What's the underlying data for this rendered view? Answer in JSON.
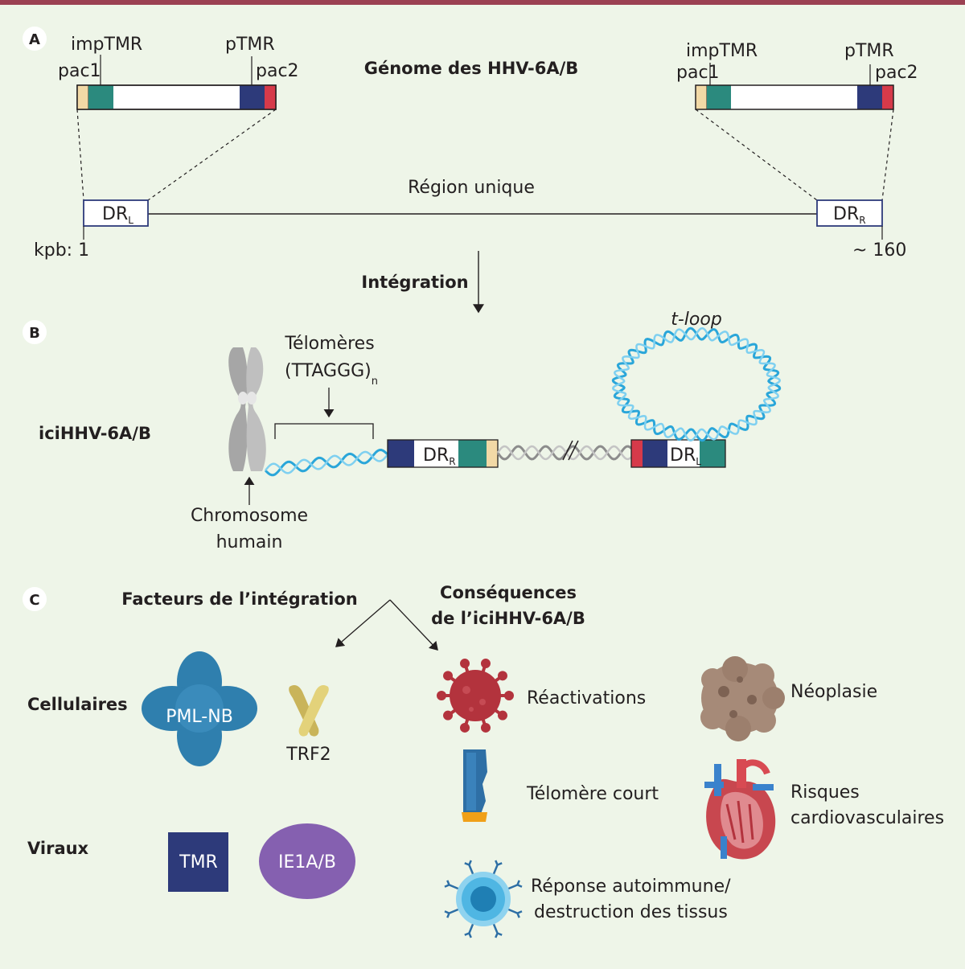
{
  "panels": {
    "a": "A",
    "b": "B",
    "c": "C"
  },
  "panel_a": {
    "title": "Génome des HHV-6A/B",
    "imptmr": "impTMR",
    "ptmr": "pTMR",
    "pac1": "pac1",
    "pac2": "pac2",
    "unique_region": "Région unique",
    "drl": {
      "main": "DR",
      "sub": "L"
    },
    "drr": {
      "main": "DR",
      "sub": "R"
    },
    "kpb_start": "kpb: 1",
    "kpb_end": "~ 160"
  },
  "integration": "Intégration",
  "panel_b": {
    "label": "iciHHV-6A/B",
    "telomeres": "Télomères",
    "repeat": "(TTAGGG)",
    "repeat_sub": "n",
    "chromosome_line1": "Chromosome",
    "chromosome_line2": "humain",
    "t_loop": "t-loop",
    "drr": {
      "main": "DR",
      "sub": "R"
    },
    "drl": {
      "main": "DR",
      "sub": "L"
    }
  },
  "panel_c": {
    "factors_title": "Facteurs de l’intégration",
    "consequences_line1": "Conséquences",
    "consequences_line2": "de l’iciHHV-6A/B",
    "cellular": "Cellulaires",
    "viral": "Viraux",
    "pml": "PML-NB",
    "trf2": "TRF2",
    "tmr": "TMR",
    "ie1": "IE1A/B",
    "reactivations": "Réactivations",
    "neoplasia": "Néoplasie",
    "short_telomere": "Télomère court",
    "cardio_line1": "Risques",
    "cardio_line2": "cardiovasculaires",
    "autoimmune_line1": "Réponse autoimmune/",
    "autoimmune_line2": "destruction des tissus"
  },
  "colors": {
    "background": "#eef5e8",
    "top_bar": "#9b4152",
    "pac1": "#f2d9a6",
    "imptmr": "#2b8a7e",
    "ptmr": "#2d3a7a",
    "pac2": "#d63a4a",
    "telomere_dna": "#2aa6d9",
    "viral_dna": "#8c8c8c",
    "pml": "#2f7fae",
    "trf2": "#d8c46a",
    "tmr": "#2d3a7a",
    "ie1": "#8560b0",
    "virus": "#b3333d",
    "tumor": "#a68a78",
    "immune_cell": "#4fb6e3"
  },
  "icons": {
    "chromosome": "chromosome-icon",
    "virus": "virus-icon",
    "tumor": "tumor-icon",
    "telomere": "short-telomere-icon",
    "heart": "heart-icon",
    "immune": "immune-cell-icon"
  }
}
